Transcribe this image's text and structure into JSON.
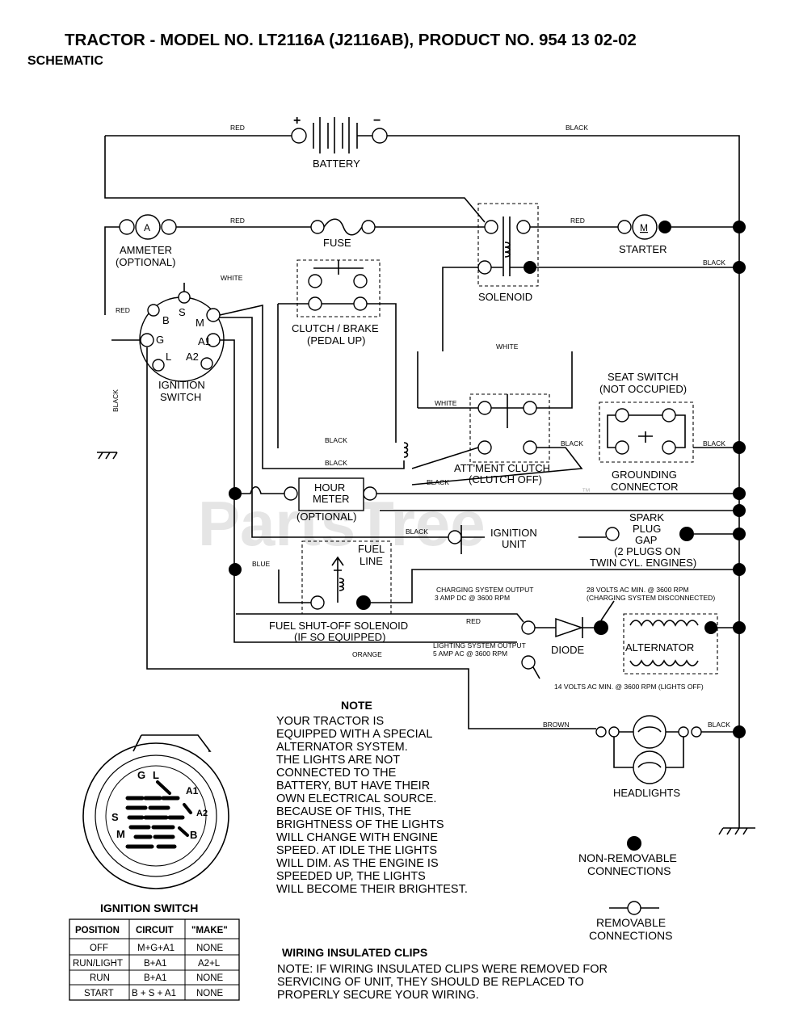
{
  "title": "TRACTOR - MODEL NO. LT2116A (J2116AB), PRODUCT NO. 954 13 02-02",
  "subtitle": "SCHEMATIC",
  "watermark": "PartsTree",
  "watermark_tm": "™",
  "components": {
    "battery": "BATTERY",
    "battery_pos": "+",
    "battery_neg": "−",
    "ammeter_symbol": "A",
    "ammeter": [
      "AMMETER",
      "(OPTIONAL)"
    ],
    "fuse": "FUSE",
    "solenoid": "SOLENOID",
    "starter_symbol": "M",
    "starter": "STARTER",
    "clutch_brake": [
      "CLUTCH / BRAKE",
      "(PEDAL UP)"
    ],
    "ignition_switch": [
      "IGNITION",
      "SWITCH"
    ],
    "ign_terminals": {
      "s": "S",
      "b": "B",
      "m": "M",
      "g": "G",
      "a1": "A1",
      "l": "L",
      "a2": "A2"
    },
    "seat_switch": [
      "SEAT SWITCH",
      "(NOT OCCUPIED)"
    ],
    "grounding_connector": [
      "GROUNDING",
      "CONNECTOR"
    ],
    "attachment_clutch": [
      "ATT'MENT CLUTCH",
      "(CLUTCH OFF)"
    ],
    "hour_meter": [
      "HOUR",
      "METER",
      "(OPTIONAL)"
    ],
    "ignition_unit": [
      "IGNITION",
      "UNIT"
    ],
    "spark_plug": [
      "SPARK",
      "PLUG",
      "GAP",
      "(2 PLUGS ON",
      "TWIN CYL. ENGINES)"
    ],
    "fuel_line": [
      "FUEL",
      "LINE"
    ],
    "fuel_solenoid": [
      "FUEL SHUT-OFF SOLENOID",
      "(IF SO EQUIPPED)"
    ],
    "charging_output": [
      "CHARGING SYSTEM OUTPUT",
      "3 AMP DC @ 3600 RPM"
    ],
    "charging_disconnected": [
      "28 VOLTS AC MIN. @ 3600 RPM",
      "(CHARGING SYSTEM DISCONNECTED)"
    ],
    "lighting_output": [
      "LIGHTING SYSTEM OUTPUT",
      "5 AMP AC @ 3600 RPM"
    ],
    "lights_off": "14 VOLTS AC MIN. @ 3600 RPM (LIGHTS OFF)",
    "diode": "DIODE",
    "alternator": "ALTERNATOR",
    "headlights": "HEADLIGHTS"
  },
  "wire_colors": {
    "red": "RED",
    "black": "BLACK",
    "white": "WHITE",
    "blue": "BLUE",
    "orange": "ORANGE",
    "brown": "BROWN",
    "black_vertical": "BLACK"
  },
  "note": {
    "heading": "NOTE",
    "lines": [
      "YOUR TRACTOR IS",
      "EQUIPPED WITH A SPECIAL",
      "ALTERNATOR SYSTEM.",
      "THE LIGHTS ARE NOT",
      "CONNECTED TO THE",
      "BATTERY, BUT HAVE THEIR",
      "OWN ELECTRICAL SOURCE.",
      "BECAUSE OF THIS, THE",
      "BRIGHTNESS OF THE LIGHTS",
      "WILL CHANGE WITH ENGINE",
      "SPEED.  AT IDLE THE LIGHTS",
      "WILL DIM.  AS THE ENGINE IS",
      "SPEEDED UP, THE LIGHTS",
      "WILL BECOME THEIR BRIGHTEST."
    ]
  },
  "legend": {
    "non_removable": [
      "NON-REMOVABLE",
      "CONNECTIONS"
    ],
    "removable": [
      "REMOVABLE",
      "CONNECTIONS"
    ]
  },
  "clips": {
    "heading": "WIRING INSULATED CLIPS",
    "lines": [
      "NOTE: IF WIRING INSULATED CLIPS WERE REMOVED FOR",
      "SERVICING OF UNIT, THEY SHOULD BE REPLACED TO",
      "PROPERLY SECURE YOUR WIRING."
    ]
  },
  "ignition_detail": {
    "title": "IGNITION SWITCH",
    "labels": {
      "g": "G",
      "l": "L",
      "a1": "A1",
      "a2": "A2",
      "s": "S",
      "m": "M",
      "b": "B"
    }
  },
  "table": {
    "headers": [
      "POSITION",
      "CIRCUIT",
      "\"MAKE\""
    ],
    "rows": [
      [
        "OFF",
        "M+G+A1",
        "NONE"
      ],
      [
        "RUN/LIGHT",
        "B+A1",
        "A2+L"
      ],
      [
        "RUN",
        "B+A1",
        "NONE"
      ],
      [
        "START",
        "B + S + A1",
        "NONE"
      ]
    ]
  }
}
